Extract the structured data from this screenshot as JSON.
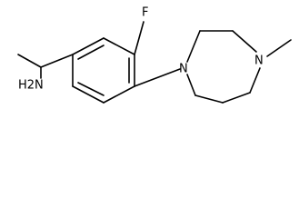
{
  "structure": {
    "atoms": {
      "fluorine": "F",
      "ring_nitrogen": "N",
      "methyl_nitrogen": "N",
      "amine": "H2N"
    },
    "colors": {
      "bond": "#000000",
      "label": "#000000",
      "background": "#ffffff"
    }
  }
}
